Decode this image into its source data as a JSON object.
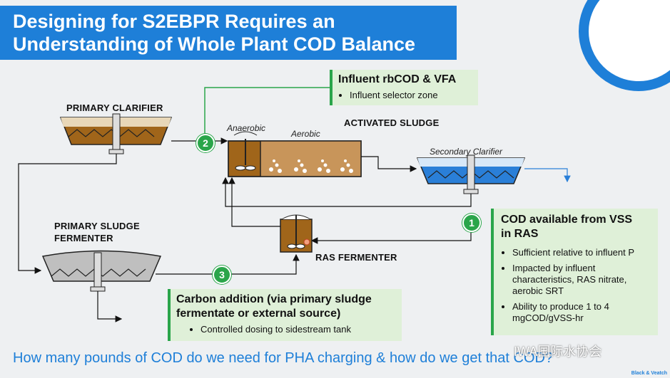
{
  "title": {
    "line1": "Designing for S2EBPR Requires an",
    "line2": "Understanding of Whole Plant COD Balance"
  },
  "labels": {
    "primary_clarifier": "PRIMARY CLARIFIER",
    "activated_sludge": "ACTIVATED SLUDGE",
    "anaerobic": "Anaerobic",
    "aerobic": "Aerobic",
    "secondary_clarifier": "Secondary Clarifier",
    "primary_sludge_fermenter_1": "PRIMARY SLUDGE",
    "primary_sludge_fermenter_2": "FERMENTER",
    "ras_fermenter": "RAS FERMENTER"
  },
  "badges": [
    "1",
    "2",
    "3"
  ],
  "boxes": {
    "influent": {
      "title": "Influent rbCOD & VFA",
      "bullets": [
        "Influent selector zone"
      ]
    },
    "cod_vss": {
      "title_line1": "COD available from VSS",
      "title_line2": "in RAS",
      "bullets": [
        "Sufficient relative to influent P",
        "Impacted by influent characteristics, RAS nitrate, aerobic SRT",
        "Ability to produce 1 to 4 mgCOD/gVSS-hr"
      ]
    },
    "carbon": {
      "title_line1": "Carbon addition (via primary sludge",
      "title_line2": "fermentate or external source)",
      "bullets": [
        "Controlled dosing to sidestream tank"
      ]
    }
  },
  "question": "How many pounds of COD do we need for PHA charging & how do we get that COD?",
  "watermark": "IWA国际水协会",
  "logo": "Black & Veatch",
  "colors": {
    "accent": "#1e7fd8",
    "green": "#2aa54a",
    "sludge": "#a0651a",
    "water": "#2a7fd8"
  }
}
